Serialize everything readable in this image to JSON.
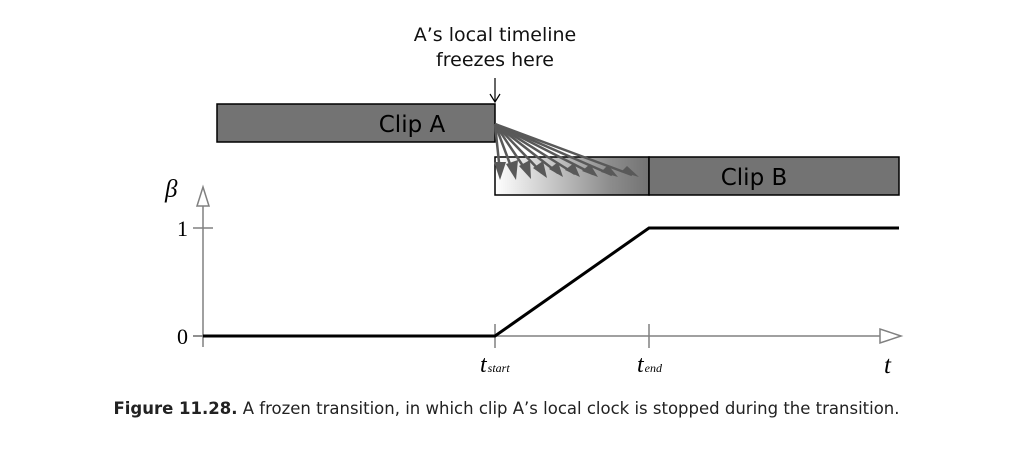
{
  "annotation": {
    "line1": "A’s local timeline",
    "line2": "freezes here"
  },
  "clip_a": {
    "label": "Clip A"
  },
  "clip_b": {
    "label": "Clip B"
  },
  "axes": {
    "y_symbol": "β",
    "x_symbol": "t",
    "y_tick_0": "0",
    "y_tick_1": "1",
    "t_start": {
      "base": "t",
      "sub": "start"
    },
    "t_end": {
      "base": "t",
      "sub": "end"
    }
  },
  "colors": {
    "clip_fill": "#737373",
    "outline": "#000000",
    "arrow": "#595959",
    "axis": "#808080"
  },
  "caption": {
    "label": "Figure 11.28.",
    "text": " A frozen transition, in which clip A’s local clock is stopped during the transition."
  }
}
